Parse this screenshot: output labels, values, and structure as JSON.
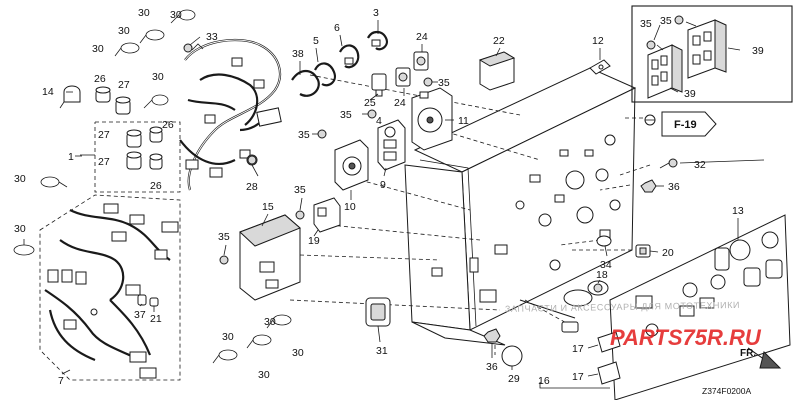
{
  "callouts": [
    {
      "id": "c30a",
      "label": "30"
    },
    {
      "id": "c30b",
      "label": "30"
    },
    {
      "id": "c30c",
      "label": "30"
    },
    {
      "id": "c30d",
      "label": "30"
    },
    {
      "id": "c30e",
      "label": "30"
    },
    {
      "id": "c30f",
      "label": "30"
    },
    {
      "id": "c30g",
      "label": "30"
    },
    {
      "id": "c30h",
      "label": "30"
    },
    {
      "id": "c33",
      "label": "33"
    },
    {
      "id": "c14",
      "label": "14"
    },
    {
      "id": "c26a",
      "label": "26"
    },
    {
      "id": "c27a",
      "label": "27"
    },
    {
      "id": "c27b",
      "label": "27"
    },
    {
      "id": "c26b",
      "label": "26"
    },
    {
      "id": "c27c",
      "label": "27"
    },
    {
      "id": "c26c",
      "label": "26"
    },
    {
      "id": "c1",
      "label": "1"
    },
    {
      "id": "c28",
      "label": "28"
    },
    {
      "id": "c38",
      "label": "38"
    },
    {
      "id": "c5",
      "label": "5"
    },
    {
      "id": "c6",
      "label": "6"
    },
    {
      "id": "c3",
      "label": "3"
    },
    {
      "id": "c24a",
      "label": "24"
    },
    {
      "id": "c24b",
      "label": "24"
    },
    {
      "id": "c35a",
      "label": "35"
    },
    {
      "id": "c25",
      "label": "25"
    },
    {
      "id": "c35b",
      "label": "35"
    },
    {
      "id": "c4",
      "label": "4"
    },
    {
      "id": "c11",
      "label": "11"
    },
    {
      "id": "c35c",
      "label": "35"
    },
    {
      "id": "c9",
      "label": "9"
    },
    {
      "id": "c10",
      "label": "10"
    },
    {
      "id": "c22",
      "label": "22"
    },
    {
      "id": "c12",
      "label": "12"
    },
    {
      "id": "c35d",
      "label": "35"
    },
    {
      "id": "c35e",
      "label": "35"
    },
    {
      "id": "c39a",
      "label": "39"
    },
    {
      "id": "c39b",
      "label": "39"
    },
    {
      "id": "c32",
      "label": "32"
    },
    {
      "id": "c36a",
      "label": "36"
    },
    {
      "id": "c35f",
      "label": "35"
    },
    {
      "id": "c19",
      "label": "19"
    },
    {
      "id": "c15",
      "label": "15"
    },
    {
      "id": "c35g",
      "label": "35"
    },
    {
      "id": "c13",
      "label": "13"
    },
    {
      "id": "c20",
      "label": "20"
    },
    {
      "id": "c34",
      "label": "34"
    },
    {
      "id": "c18",
      "label": "18"
    },
    {
      "id": "c37",
      "label": "37"
    },
    {
      "id": "c21",
      "label": "21"
    },
    {
      "id": "c7",
      "label": "7"
    },
    {
      "id": "c31",
      "label": "31"
    },
    {
      "id": "c36b",
      "label": "36"
    },
    {
      "id": "c29",
      "label": "29"
    },
    {
      "id": "c17a",
      "label": "17"
    },
    {
      "id": "c17b",
      "label": "17"
    },
    {
      "id": "c16",
      "label": "16"
    }
  ],
  "reference_tag": "F-19",
  "direction_label": "FR.",
  "diagram_code": "Z374F0200A",
  "watermark_text": "ЗАПЧАСТИ И АКСЕССУАРЫ ДЛЯ МОТОТЕХНИКИ",
  "brand_logo_text": "PARTS75R.RU"
}
